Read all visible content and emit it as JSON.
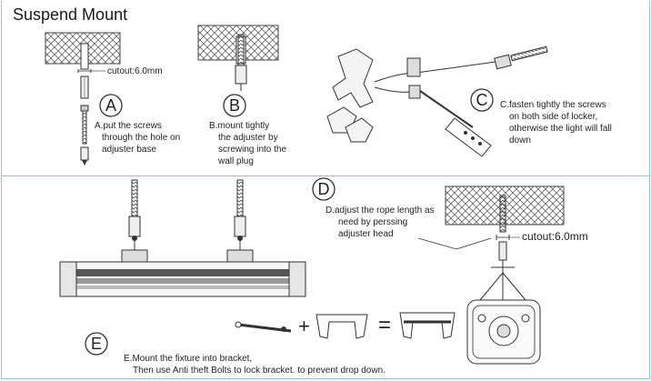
{
  "title": "Suspend Mount",
  "steps": {
    "a": {
      "label": "A",
      "text_lines": [
        "A.put the screws",
        "through the hole on",
        "adjuster base"
      ]
    },
    "b": {
      "label": "B",
      "text_lines": [
        "B.mount tightly",
        "the adjuster by",
        "screwing into the",
        "wall plug"
      ]
    },
    "c": {
      "label": "C",
      "text_lines": [
        "C.fasten tightly the screws",
        "on both side of locker,",
        "otherwise the light will fall",
        "down"
      ]
    },
    "d": {
      "label": "D",
      "text_lines": [
        "D.adjust the rope length as",
        "need by perssing",
        "adjuster head"
      ]
    },
    "e": {
      "label": "E",
      "text_lines": [
        "E.Mount the fixture into bracket,",
        "Then use Anti theft Bolts to lock bracket. to prevent drop down."
      ]
    }
  },
  "cutout_top": "cutout:6.0mm",
  "cutout_bottom": "cutout:6.0mm",
  "operators": {
    "plus1": "+",
    "plus2": "+",
    "equals": "="
  },
  "colors": {
    "panel_border": "#8cc3e6",
    "ink": "#222222"
  }
}
